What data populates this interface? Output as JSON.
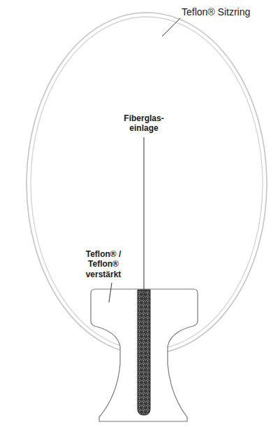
{
  "diagram": {
    "labels": [
      "Teflon® Sitzring",
      "Fiberglas- einlage",
      "Teflon® / Teflon® verstärkt"
    ]
  }
}
